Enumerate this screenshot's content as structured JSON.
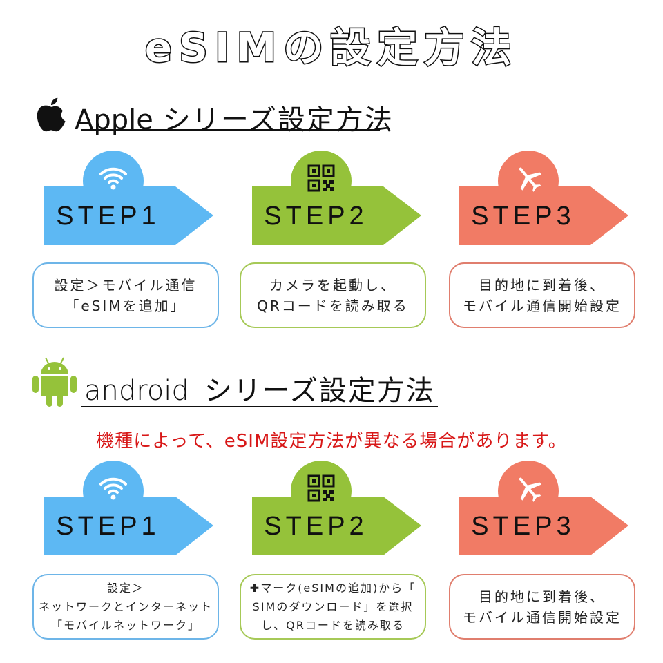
{
  "title": "eSIMの設定方法",
  "colors": {
    "step1": "#5db8f3",
    "step2": "#95c23a",
    "step3": "#f17b65",
    "note": "#d81818"
  },
  "apple": {
    "brand": "Apple",
    "heading": "シリーズ設定方法",
    "icon": "apple-logo-icon",
    "steps": [
      {
        "label": "STEP1",
        "icon": "wifi-icon",
        "lines": [
          "設定＞モバイル通信",
          "「eSIMを追加」"
        ]
      },
      {
        "label": "STEP2",
        "icon": "qr-code-icon",
        "lines": [
          "カメラを起動し、",
          "QRコードを読み取る"
        ]
      },
      {
        "label": "STEP3",
        "icon": "airplane-icon",
        "lines": [
          "目的地に到着後、",
          "モバイル通信開始設定"
        ]
      }
    ]
  },
  "android": {
    "brand": "android",
    "heading": "シリーズ設定方法",
    "icon": "android-robot-icon",
    "note": "機種によって、eSIM設定方法が異なる場合があります。",
    "steps": [
      {
        "label": "STEP1",
        "icon": "wifi-icon",
        "lines": [
          "設定＞",
          "ネットワークとインターネット",
          "「モバイルネットワーク」"
        ]
      },
      {
        "label": "STEP2",
        "icon": "qr-code-icon",
        "lines": [
          "✚マーク(eSIMの追加)から「",
          "SIMのダウンロード」を選択",
          "し、QRコードを読み取る"
        ]
      },
      {
        "label": "STEP3",
        "icon": "airplane-icon",
        "lines": [
          "目的地に到着後、",
          "モバイル通信開始設定"
        ]
      }
    ]
  }
}
